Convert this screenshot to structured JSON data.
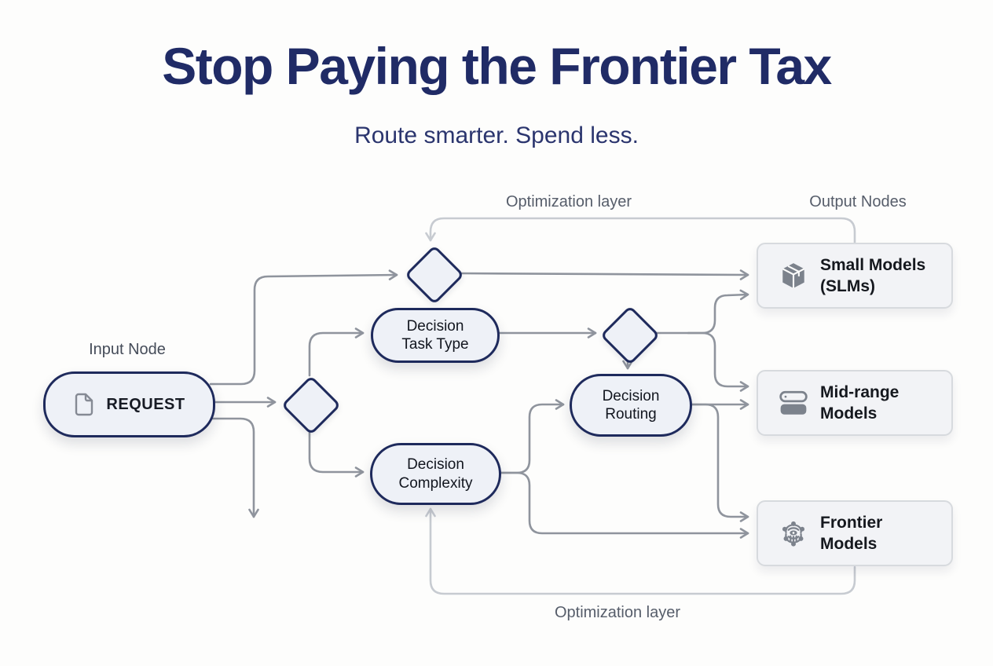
{
  "header": {
    "title": "Stop Paying the Frontier Tax",
    "subtitle": "Route smarter. Spend less."
  },
  "annotations": {
    "input_node": "Input Node",
    "optimization_top": "Optimization layer",
    "optimization_bottom": "Optimization layer",
    "output_nodes": "Output Nodes"
  },
  "nodes": {
    "request": {
      "label": "REQUEST",
      "icon": "document-icon"
    },
    "task_type": {
      "line1": "Decision",
      "line2": "Task Type"
    },
    "complexity": {
      "line1": "Decision",
      "line2": "Complexity"
    },
    "routing": {
      "line1": "Decision",
      "line2": "Routing"
    }
  },
  "outputs": [
    {
      "line1": "Small Models",
      "line2": "(SLMs)",
      "icon": "package-icon"
    },
    {
      "line1": "Mid-range",
      "line2": "Models",
      "icon": "stacked-layers-icon"
    },
    {
      "line1": "Frontier",
      "line2": "Models",
      "icon": "neural-network-icon"
    }
  ],
  "colors": {
    "title_navy": "#202b66",
    "node_border_navy": "#1e2a5c",
    "node_fill": "#eef1f7",
    "connector_gray": "#8f949d",
    "connector_light_gray": "#c7cbd1",
    "label_gray": "#565d6a",
    "icon_gray": "#7c828c"
  }
}
